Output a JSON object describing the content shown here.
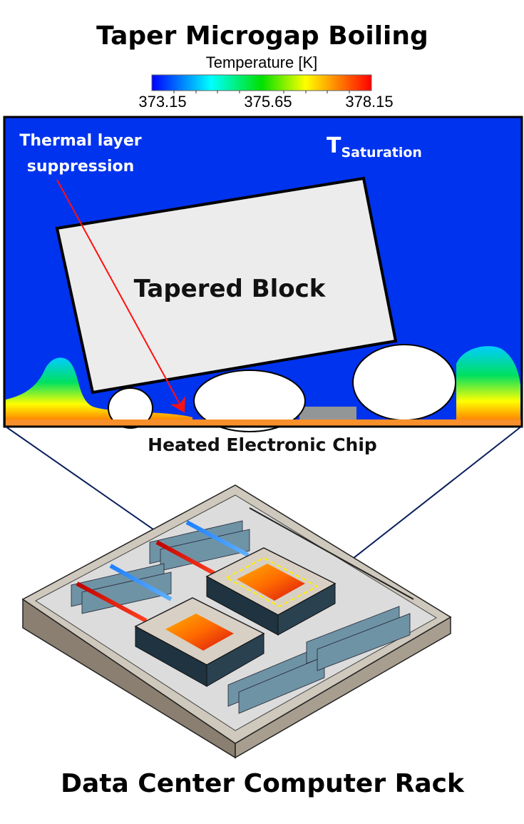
{
  "title": "Taper Microgap Boiling",
  "colorbar": {
    "label": "Temperature [K]",
    "ticks": [
      "373.15",
      "375.65",
      "378.15"
    ],
    "colors": [
      "#0000ff",
      "#00ffff",
      "#00ff00",
      "#ffff00",
      "#ff0000"
    ]
  },
  "panel": {
    "annotation": "Thermal layer suppression",
    "annotation_line1": "Thermal layer",
    "annotation_line2": "suppression",
    "tsat_main": "T",
    "tsat_sub": "Saturation",
    "block_label": "Tapered Block",
    "chip_label": "Heated Electronic Chip",
    "background_color": "#0033ee",
    "chip_color": "#f7902a"
  },
  "bottom_title": "Data Center Computer Rack"
}
